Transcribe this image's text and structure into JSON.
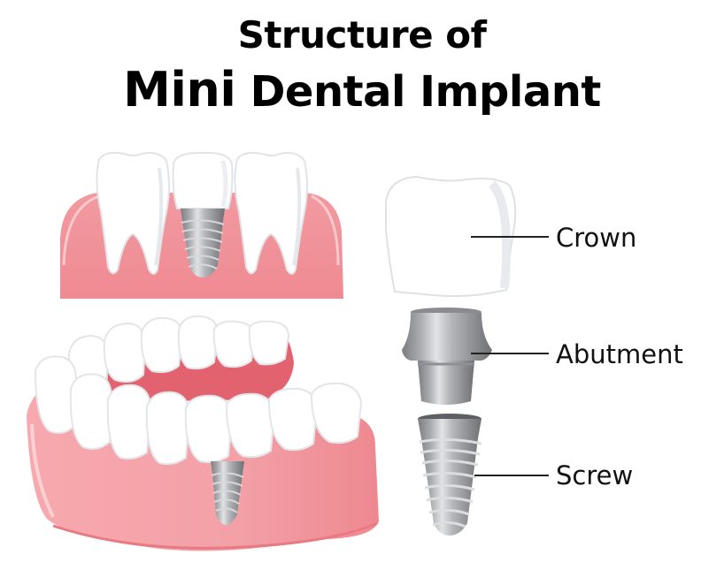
{
  "title": {
    "line1": "Structure of",
    "line2_prefix": "Mini",
    "line2_rest": " Dental Implant"
  },
  "labels": {
    "crown": "Crown",
    "abutment": "Abutment",
    "screw": "Screw"
  },
  "illustrations": {
    "top_left": "gum-section-with-implant-between-two-teeth",
    "bottom_left": "lower-jaw-with-implant",
    "right_parts": [
      "crown",
      "abutment",
      "screw"
    ]
  },
  "colors": {
    "gum": "#f08b93",
    "gum_light": "#f7a9ae",
    "gum_dark": "#e0626d",
    "tooth": "#ffffff",
    "tooth_shadow": "#e4e6ea",
    "metal": "#b8b9bc",
    "metal_dark": "#808185",
    "text": "#000000"
  }
}
